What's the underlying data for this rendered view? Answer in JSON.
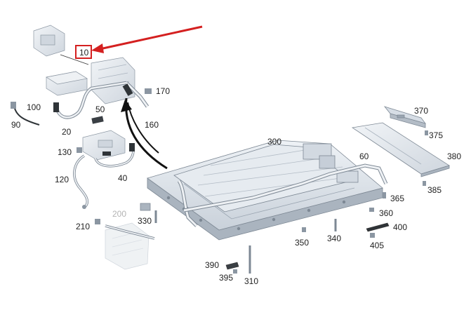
{
  "diagram": {
    "highlight_color": "#d42020",
    "part_fill": "#dfe5ec",
    "part_stroke": "#7d8894",
    "labels": {
      "p10": "10",
      "p20": "20",
      "p40": "40",
      "p50": "50",
      "p60": "60",
      "p90": "90",
      "p100": "100",
      "p120": "120",
      "p130": "130",
      "p160": "160",
      "p170": "170",
      "p200": "200",
      "p210": "210",
      "p300": "300",
      "p310": "310",
      "p330": "330",
      "p340": "340",
      "p350": "350",
      "p360": "360",
      "p365": "365",
      "p370": "370",
      "p375": "375",
      "p380": "380",
      "p385": "385",
      "p390": "390",
      "p395": "395",
      "p400": "400",
      "p405": "405"
    }
  }
}
